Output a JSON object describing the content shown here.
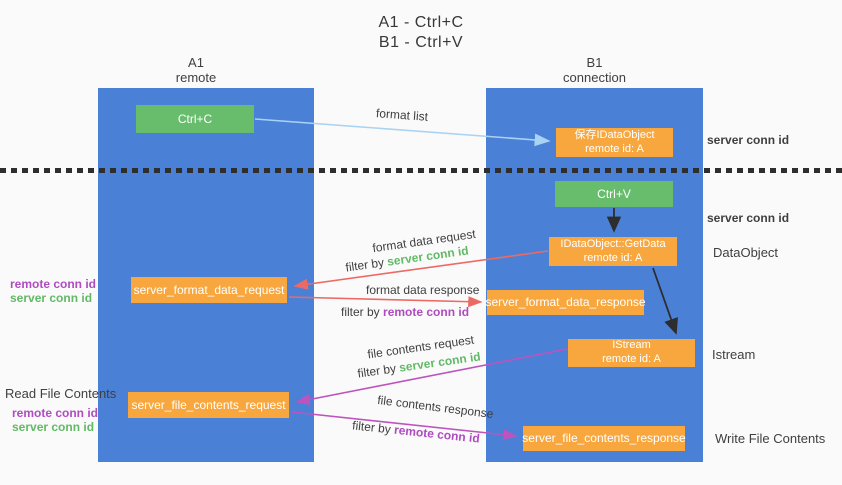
{
  "colors": {
    "bg": "#fafafa",
    "column-blue": "#4a80d6",
    "box-green": "#68bd6c",
    "box-orange": "#f8a73e",
    "arrow-blue": "#a9d3f2",
    "arrow-red": "#ed6a64",
    "arrow-magenta": "#bd53be",
    "arrow-black": "#2d2d2d",
    "text-dark": "#3f3f3f",
    "text-green": "#62b966",
    "text-purple": "#ae4cc0",
    "divider": "#2e2e2e"
  },
  "title": {
    "line1": "A1 - Ctrl+C",
    "line2": "B1 - Ctrl+V"
  },
  "columns": {
    "left": {
      "id": "A1",
      "name": "remote"
    },
    "right": {
      "id": "B1",
      "name": "connection"
    }
  },
  "nodes": {
    "ctrl_c": {
      "label": "Ctrl+C"
    },
    "ctrl_v": {
      "label": "Ctrl+V"
    },
    "save_dataobject": {
      "line1": "保存IDataObject",
      "line2": "remote id: A"
    },
    "getdata": {
      "line1": "IDataObject::GetData",
      "line2": "remote id: A"
    },
    "istream_node": {
      "line1": "IStream",
      "line2": "remote id: A"
    },
    "format_request": {
      "label": "server_format_data_request"
    },
    "format_response": {
      "label": "server_format_data_response"
    },
    "file_request": {
      "label": "server_file_contents_request"
    },
    "file_response": {
      "label": "server_file_contents_response"
    }
  },
  "labels": {
    "format_list": "format list",
    "format_data_request": "format data request",
    "format_data_response": "format data response",
    "file_contents_request": "file contents request",
    "file_contents_response": "file contents response",
    "filter_by": "filter by",
    "server_conn_id": "server conn id",
    "remote_conn_id": "remote conn id",
    "dataobject": "DataObject",
    "istream": "Istream",
    "read_file_contents": "Read File Contents",
    "write_file_contents": "Write File Contents"
  }
}
